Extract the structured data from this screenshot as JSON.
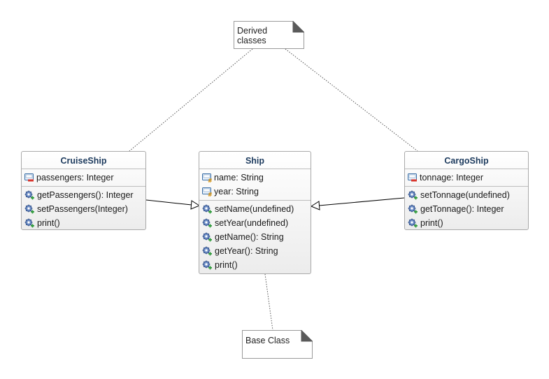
{
  "notes": {
    "derived": {
      "text": "Derived\nclasses"
    },
    "base": {
      "text": "Base Class"
    }
  },
  "classes": {
    "cruise": {
      "name": "CruiseShip",
      "attributes": [
        {
          "text": "passengers: Integer",
          "icon": "private-field-icon"
        }
      ],
      "operations": [
        {
          "text": "getPassengers(): Integer",
          "icon": "public-method-icon"
        },
        {
          "text": "setPassengers(Integer)",
          "icon": "public-method-icon"
        },
        {
          "text": "print()",
          "icon": "public-method-icon"
        }
      ]
    },
    "ship": {
      "name": "Ship",
      "attributes": [
        {
          "text": "name: String",
          "icon": "protected-field-icon"
        },
        {
          "text": "year: String",
          "icon": "protected-field-icon"
        }
      ],
      "operations": [
        {
          "text": "setName(undefined)",
          "icon": "public-method-icon"
        },
        {
          "text": "setYear(undefined)",
          "icon": "public-method-icon"
        },
        {
          "text": "getName(): String",
          "icon": "public-method-icon"
        },
        {
          "text": "getYear(): String",
          "icon": "public-method-icon"
        },
        {
          "text": "print()",
          "icon": "public-method-icon"
        }
      ]
    },
    "cargo": {
      "name": "CargoShip",
      "attributes": [
        {
          "text": "tonnage: Integer",
          "icon": "private-field-icon"
        }
      ],
      "operations": [
        {
          "text": "setTonnage(undefined)",
          "icon": "public-method-icon"
        },
        {
          "text": "getTonnage(): Integer",
          "icon": "public-method-icon"
        },
        {
          "text": "print()",
          "icon": "public-method-icon"
        }
      ]
    }
  },
  "colors": {
    "class_name": "#1d3b5e",
    "border": "#a9a9a9",
    "connector": "#000000",
    "note_link": "#555555"
  }
}
